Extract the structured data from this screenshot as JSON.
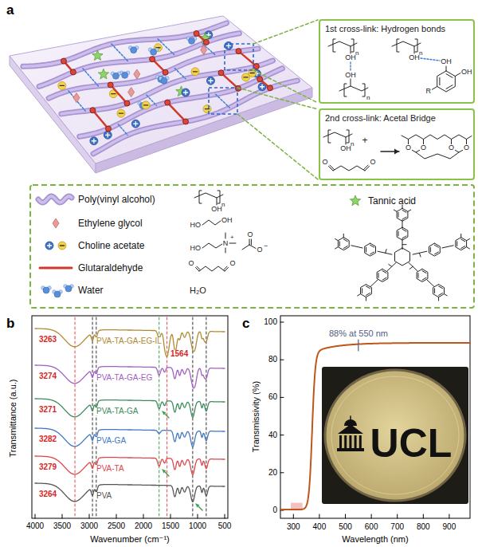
{
  "diagram": {
    "nodes": [
      {
        "text": [
          "1st cross-link: Hydrogen bonds"
        ]
      },
      {
        "text": [
          "2nd cross-link: Acetal Bridge"
        ]
      }
    ],
    "labels": [
      "a",
      "OH",
      "n",
      "OH",
      "n",
      "OH",
      "n",
      "OH",
      "OH",
      "R",
      "OH",
      "n",
      "+",
      "O",
      "O",
      "O",
      "O",
      "O",
      "O",
      "OH",
      "n",
      "HO",
      "OH",
      "HO",
      "N",
      "+",
      "O",
      "O",
      "−",
      "O",
      "O",
      "H₂O",
      "b",
      "PVA-TA-GA-EG-IL",
      "PVA-TA-GA-EG",
      "PVA-TA-GA",
      "PVA-GA",
      "PVA-TA",
      "PVA",
      "3263",
      "3274",
      "3271",
      "3282",
      "3279",
      "3264",
      "1564",
      "4000",
      "3500",
      "3000",
      "2500",
      "2000",
      "1500",
      "1000",
      "500",
      "Wavenumber (cm⁻¹)",
      "Transmittance (a.u.)",
      "c",
      "88% at 550 nm",
      "0",
      "20",
      "40",
      "60",
      "80",
      "100",
      "300",
      "400",
      "500",
      "600",
      "700",
      "800",
      "900",
      "Wavelength (nm)",
      "Transmissivity (%)",
      "UCL"
    ],
    "legend": [
      {
        "text": "Poly(vinyl alcohol)"
      },
      {
        "text": "Ethylene glycol"
      },
      {
        "text": "Choline acetate"
      },
      {
        "text": "Glutaraldehyde"
      },
      {
        "text": "Water"
      },
      {
        "text": "Tannic acid"
      }
    ]
  }
}
